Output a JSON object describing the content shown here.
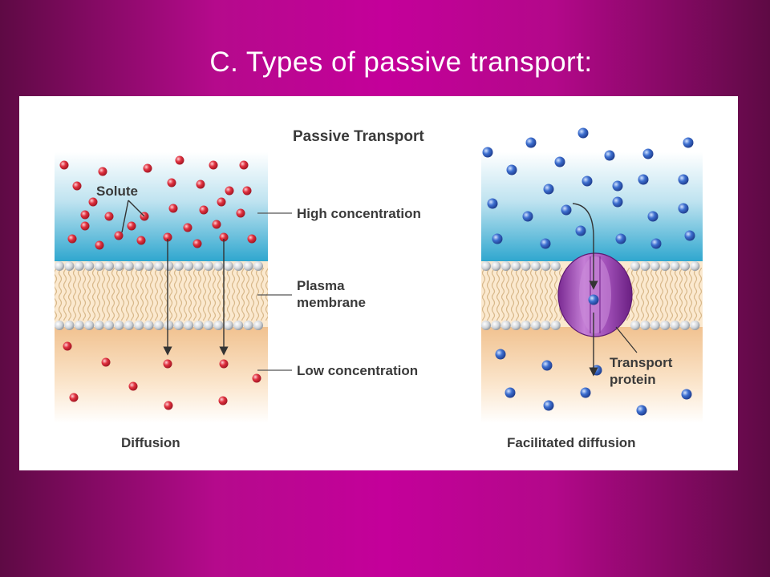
{
  "slide": {
    "title": "C.  Types of passive transport:"
  },
  "diagram": {
    "heading": "Passive Transport",
    "labels": {
      "solute": "Solute",
      "high_concentration": "High concentration",
      "plasma_membrane_line1": "Plasma",
      "plasma_membrane_line2": "membrane",
      "low_concentration": "Low concentration",
      "transport_protein_line1": "Transport",
      "transport_protein_line2": "protein"
    },
    "panels": {
      "left_caption": "Diffusion",
      "right_caption": "Facilitated diffusion"
    },
    "colors": {
      "solute_red": "#e0313f",
      "solute_blue": "#3d6fd0",
      "protein_purple": "#a150b8",
      "extracellular": "#3aaed2",
      "cytoplasm": "#f3c89a"
    }
  }
}
